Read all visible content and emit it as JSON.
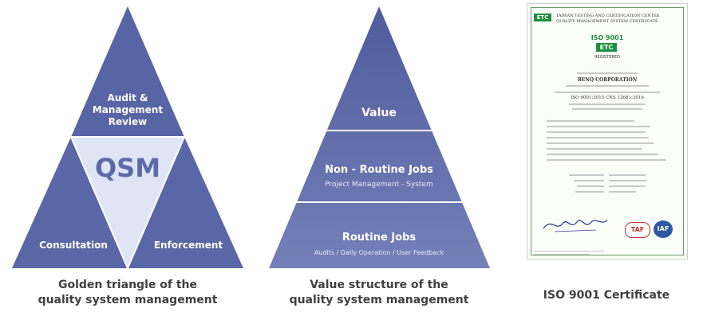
{
  "triangle": {
    "top_label": "Audit & Management Review",
    "top_lines": [
      "Audit &",
      "Management",
      "Review"
    ],
    "center_label": "QSM",
    "left_label": "Consultation",
    "right_label": "Enforcement",
    "caption_lines": [
      "Golden triangle of the",
      "quality system management"
    ]
  },
  "pyramid": {
    "levels": [
      {
        "title": "Value",
        "subtitle": ""
      },
      {
        "title": "Non - Routine Jobs",
        "subtitle": "Project Management - System"
      },
      {
        "title": "Routine Jobs",
        "subtitle": "Audits / Daily Operation / User Feedback"
      }
    ],
    "caption_lines": [
      "Value structure of the",
      "quality system management"
    ]
  },
  "certificate": {
    "logo_text": "ETC",
    "header_lines": [
      "TAIWAN TESTING AND CERTIFICATION CENTER",
      "QUALITY MANAGEMENT SYSTEM CERTIFICATE"
    ],
    "iso_title": "ISO 9001",
    "registered": "REGISTERED",
    "company": "BENQ CORPORATION",
    "standard": "ISO 9001:2015 CNS 12681:2016",
    "badges": [
      "TAF",
      "IAF"
    ],
    "caption": "ISO 9001 Certificate"
  },
  "colors": {
    "triangle_blue": "#5865a4",
    "center_light": "#dfe5f4",
    "qsm_text": "#5a6aaa",
    "pyramid_top": "#515e9e",
    "pyramid_bottom": "#6f7cb6",
    "cert_green": "#1f8f3f"
  }
}
